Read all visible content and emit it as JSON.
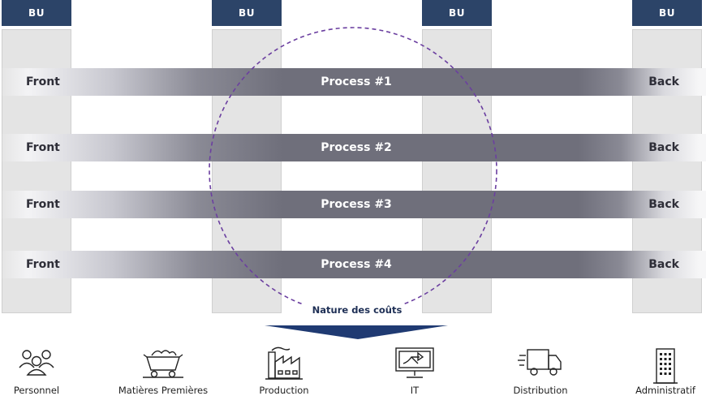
{
  "columns": [
    {
      "header": "BU"
    },
    {
      "header": "BU"
    },
    {
      "header": "BU"
    },
    {
      "header": "BU"
    }
  ],
  "processes": [
    {
      "front": "Front",
      "name": "Process #1",
      "back": "Back"
    },
    {
      "front": "Front",
      "name": "Process #2",
      "back": "Back"
    },
    {
      "front": "Front",
      "name": "Process #3",
      "back": "Back"
    },
    {
      "front": "Front",
      "name": "Process #4",
      "back": "Back"
    }
  ],
  "nature_label": "Nature des coûts",
  "categories": [
    {
      "label": "Personnel",
      "icon": "people-icon"
    },
    {
      "label": "Matières Premières",
      "icon": "mining-cart-icon"
    },
    {
      "label": "Production",
      "icon": "factory-icon"
    },
    {
      "label": "IT",
      "icon": "monitor-icon"
    },
    {
      "label": "Distribution",
      "icon": "delivery-truck-icon"
    },
    {
      "label": "Administratif",
      "icon": "office-building-icon"
    }
  ],
  "colors": {
    "bu_header": "#2c4468",
    "band_dark": "#6f6f7b",
    "circle_dashed": "#6b3fa0",
    "arrow": "#1f3a72"
  }
}
